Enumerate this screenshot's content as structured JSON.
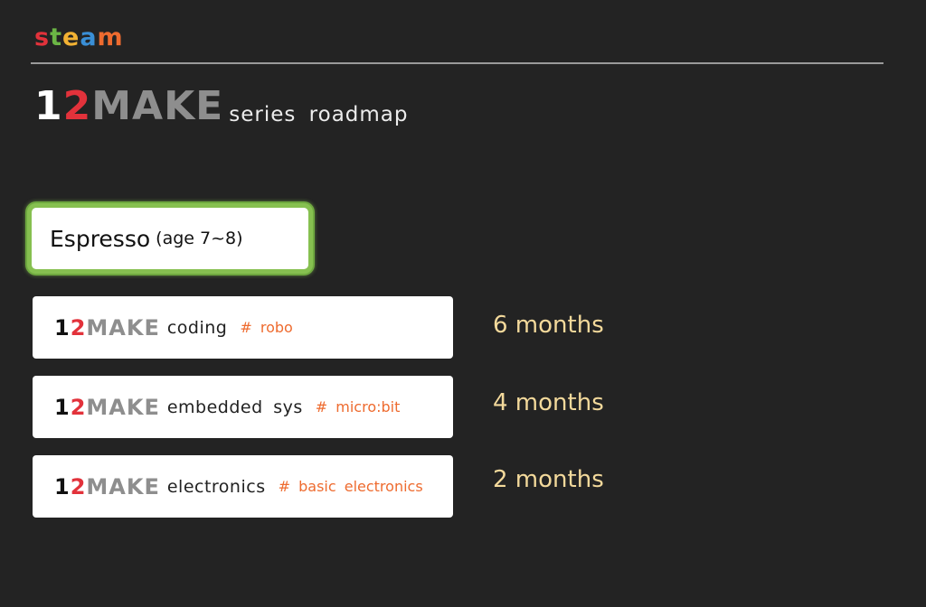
{
  "brand": {
    "letters": [
      {
        "char": "s",
        "color": "#e2323b"
      },
      {
        "char": "t",
        "color": "#6bb545"
      },
      {
        "char": "e",
        "color": "#f2b233"
      },
      {
        "char": "a",
        "color": "#3a8fd6"
      },
      {
        "char": "m",
        "color": "#ee6b2f"
      }
    ]
  },
  "header": {
    "logo_one": "1",
    "logo_two": "2",
    "logo_make": "MAKE",
    "subtitle": "series roadmap"
  },
  "stage": {
    "name": "Espresso",
    "age": "(age 7~8)",
    "border_color": "#86c050"
  },
  "courses": [
    {
      "logo_one": "1",
      "logo_two": "2",
      "logo_make": "MAKE",
      "name": "coding",
      "tag": "# robo",
      "duration": "6 months"
    },
    {
      "logo_one": "1",
      "logo_two": "2",
      "logo_make": "MAKE",
      "name": "embedded sys",
      "tag": "# micro:bit",
      "duration": "4 months"
    },
    {
      "logo_one": "1",
      "logo_two": "2",
      "logo_make": "MAKE",
      "name": "electronics",
      "tag": "# basic electronics",
      "duration": "2 months"
    }
  ],
  "colors": {
    "background": "#232323",
    "accent_red": "#e2323b",
    "tag_orange": "#ee6b2f",
    "duration_yellow": "#f3d99b"
  }
}
